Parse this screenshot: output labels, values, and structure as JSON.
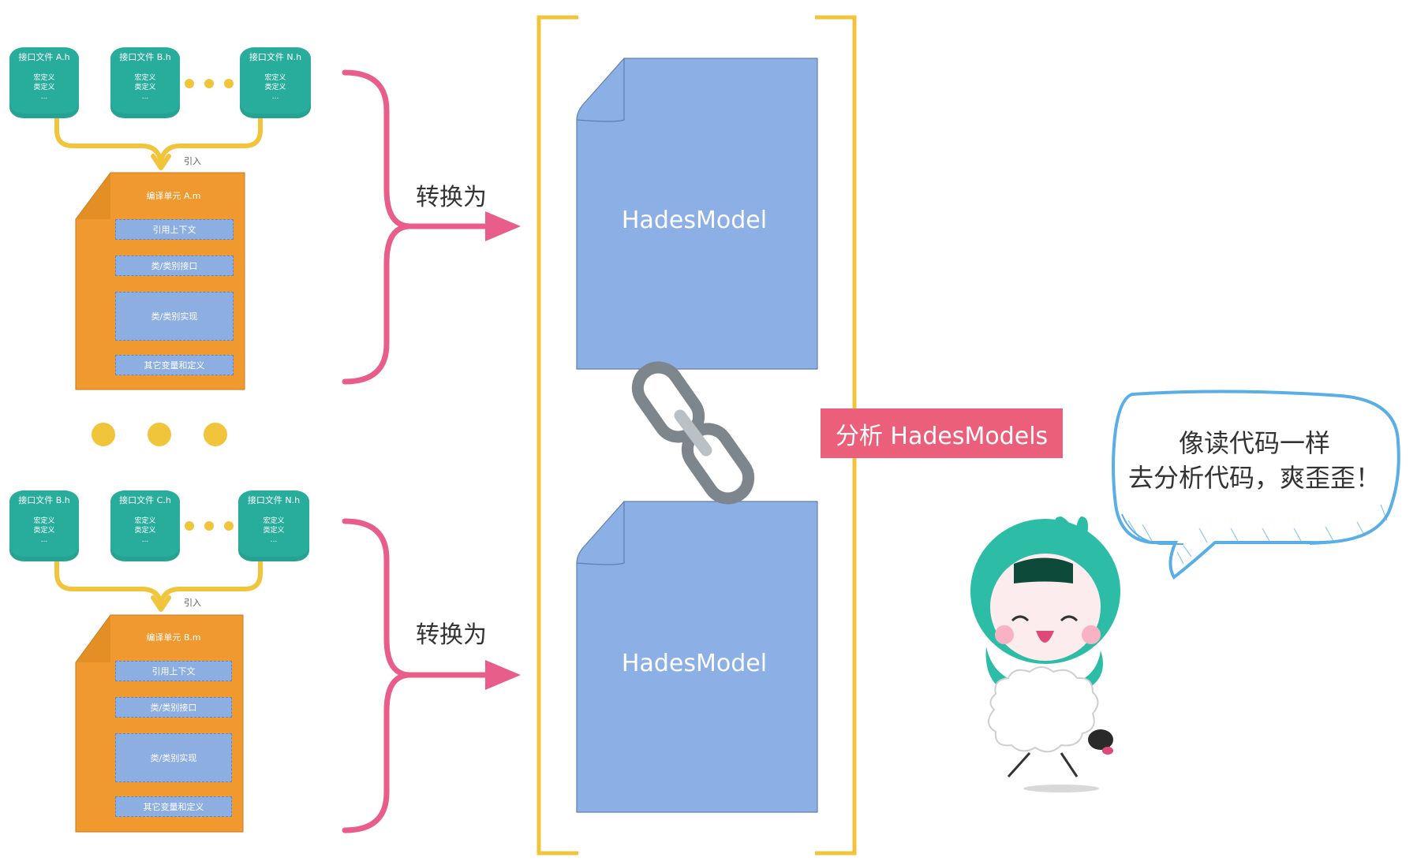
{
  "groups": [
    {
      "headers": [
        {
          "title": "接口文件 A.h",
          "lines": [
            "宏定义",
            "类定义",
            "..."
          ]
        },
        {
          "title": "接口文件 B.h",
          "lines": [
            "宏定义",
            "类定义",
            "..."
          ]
        },
        {
          "title": "接口文件 N.h",
          "lines": [
            "宏定义",
            "类定义",
            "..."
          ]
        }
      ],
      "edge_label": "引入",
      "unit": {
        "title": "编译单元 A.m",
        "rows": [
          "引用上下文",
          "类/类别接口",
          "类/类别实现",
          "其它变量和定义"
        ]
      },
      "convert_label": "转换为",
      "model_label": "HadesModel"
    },
    {
      "headers": [
        {
          "title": "接口文件 B.h",
          "lines": [
            "宏定义",
            "类定义",
            "..."
          ]
        },
        {
          "title": "接口文件 C.h",
          "lines": [
            "宏定义",
            "类定义",
            "..."
          ]
        },
        {
          "title": "接口文件 N.h",
          "lines": [
            "宏定义",
            "类定义",
            "..."
          ]
        }
      ],
      "edge_label": "引入",
      "unit": {
        "title": "编译单元 B.m",
        "rows": [
          "引用上下文",
          "类/类别接口",
          "类/类别实现",
          "其它变量和定义"
        ]
      },
      "convert_label": "转换为",
      "model_label": "HadesModel"
    }
  ],
  "analyze_label": "分析 HadesModels",
  "speech_bubble": {
    "line1": "像读代码一样",
    "line2": "去分析代码，爽歪歪！"
  },
  "colors": {
    "header_teal": "#28ad9c",
    "unit_orange": "#f0992e",
    "row_blue": "#8caee0",
    "model_blue": "#8cb0e6",
    "arrow_yellow": "#f0c53c",
    "brace_pink": "#e85d8a",
    "bracket_yellow": "#f0c53c",
    "badge_pink": "#ec5f7a",
    "bubble_blue": "#5aaee6",
    "chain_gray": "#8a9298"
  },
  "icons": [
    "chain-link-icon",
    "mascot-illustration",
    "sheep-illustration"
  ]
}
